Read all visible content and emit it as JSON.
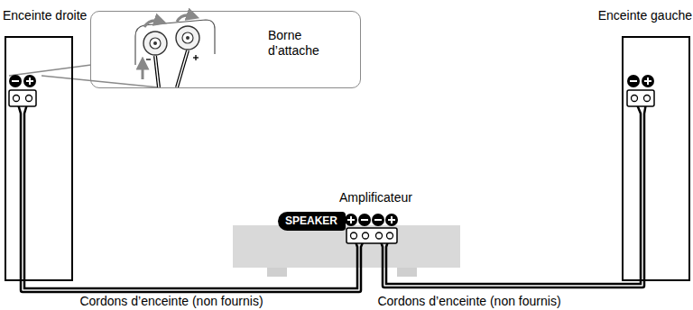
{
  "diagram": {
    "nodes": [
      {
        "text": [
          "Enceinte droite"
        ]
      },
      {
        "text": [
          "Borne d’attache"
        ]
      },
      {
        "text": [
          "Enceinte gauche"
        ]
      },
      {
        "text": [
          "Amplificateur",
          "SPEAKER"
        ]
      }
    ],
    "edges": [
      {
        "from": 0,
        "to": 3,
        "arrow": "none"
      },
      {
        "from": 2,
        "to": 3,
        "arrow": "none"
      }
    ],
    "labels": [
      "Cordons d’enceinte (non fournis)",
      "Cordons d’enceinte (non fournis)"
    ]
  }
}
